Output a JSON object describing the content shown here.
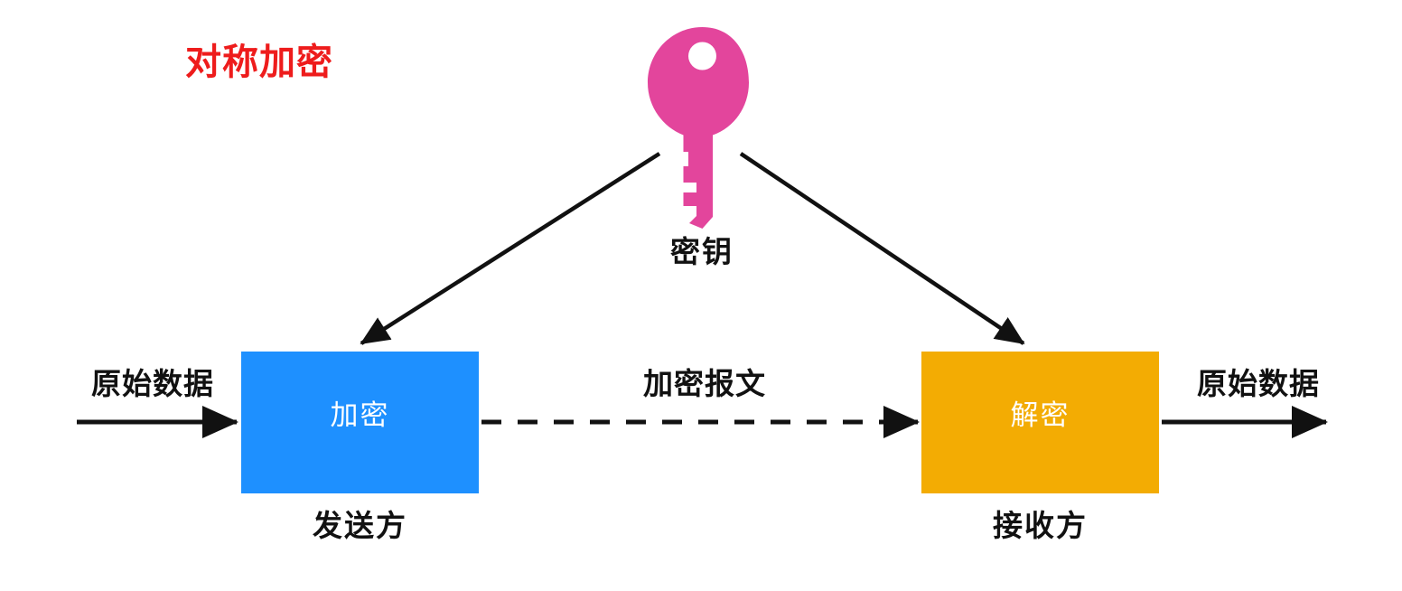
{
  "diagram": {
    "title": "对称加密",
    "title_color": "#EE1C1C",
    "background": "#ffffff"
  },
  "key": {
    "label": "密钥",
    "color": "#E3459C",
    "icon": "key-icon"
  },
  "boxes": [
    {
      "id": "encrypt",
      "label": "加密",
      "color": "#1E90FF",
      "text_color": "#ffffff",
      "party": "发送方"
    },
    {
      "id": "decrypt",
      "label": "解密",
      "color": "#F3AC03",
      "text_color": "#ffffff",
      "party": "接收方"
    }
  ],
  "flows": {
    "input_data": "原始数据",
    "cipher_text": "加密报文",
    "output_data": "原始数据"
  },
  "arrows": [
    {
      "name": "input-arrow",
      "style": "solid",
      "direction": "right"
    },
    {
      "name": "cipher-arrow",
      "style": "dashed",
      "direction": "right"
    },
    {
      "name": "output-arrow",
      "style": "solid",
      "direction": "right"
    },
    {
      "name": "key-to-encrypt-arrow",
      "style": "solid",
      "direction": "down-left"
    },
    {
      "name": "key-to-decrypt-arrow",
      "style": "solid",
      "direction": "down-right"
    }
  ]
}
